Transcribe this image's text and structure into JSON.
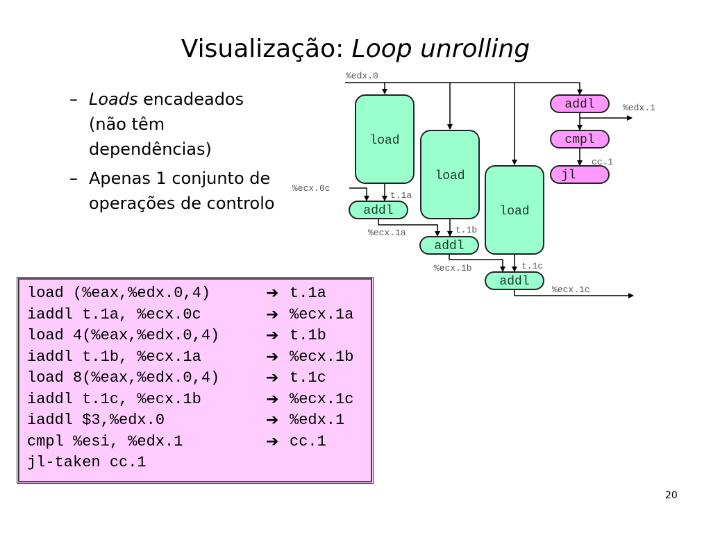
{
  "slide": {
    "title_plain": "Visualização: ",
    "title_italic": "Loop unrolling",
    "page_number": "20"
  },
  "bullets": [
    {
      "dash": "–",
      "italic": "Loads",
      "text": " encadeados (não têm dependências)"
    },
    {
      "dash": "–",
      "italic": "",
      "text": "Apenas 1 conjunto de operações de controlo"
    }
  ],
  "code": {
    "arrow": "➔",
    "lines": [
      {
        "instr": "load (%eax,%edx.0,4)",
        "dest": "t.1a"
      },
      {
        "instr": "iaddl t.1a, %ecx.0c",
        "dest": "%ecx.1a"
      },
      {
        "instr": "load 4(%eax,%edx.0,4)",
        "dest": "t.1b"
      },
      {
        "instr": "iaddl t.1b, %ecx.1a",
        "dest": "%ecx.1b"
      },
      {
        "instr": "load 8(%eax,%edx.0,4)",
        "dest": "t.1c"
      },
      {
        "instr": "iaddl t.1c, %ecx.1b",
        "dest": "%ecx.1c"
      },
      {
        "instr": "iaddl $3,%edx.0",
        "dest": "%edx.1"
      },
      {
        "instr": "cmpl %esi, %edx.1",
        "dest": "cc.1"
      },
      {
        "instr": "jl-taken cc.1",
        "dest": ""
      }
    ]
  },
  "diagram": {
    "colors": {
      "load_fill": "#99ffcc",
      "control_fill": "#ff99ff",
      "stroke": "#222222",
      "label": "#555555"
    },
    "nodes": {
      "load_a": "load",
      "load_b": "load",
      "load_c": "load",
      "addl_a": "addl",
      "addl_b": "addl",
      "addl_c": "addl",
      "addl_edx": "addl",
      "cmpl": "cmpl",
      "jl": "jl"
    },
    "labels": {
      "edx0": "%edx.0",
      "edx1": "%edx.1",
      "cc1": "cc.1",
      "ecx0c": "%ecx.0c",
      "t1a": "t.1a",
      "t1b": "t.1b",
      "t1c": "t.1c",
      "ecx1a": "%ecx.1a",
      "ecx1b": "%ecx.1b",
      "ecx1c": "%ecx.1c"
    }
  }
}
